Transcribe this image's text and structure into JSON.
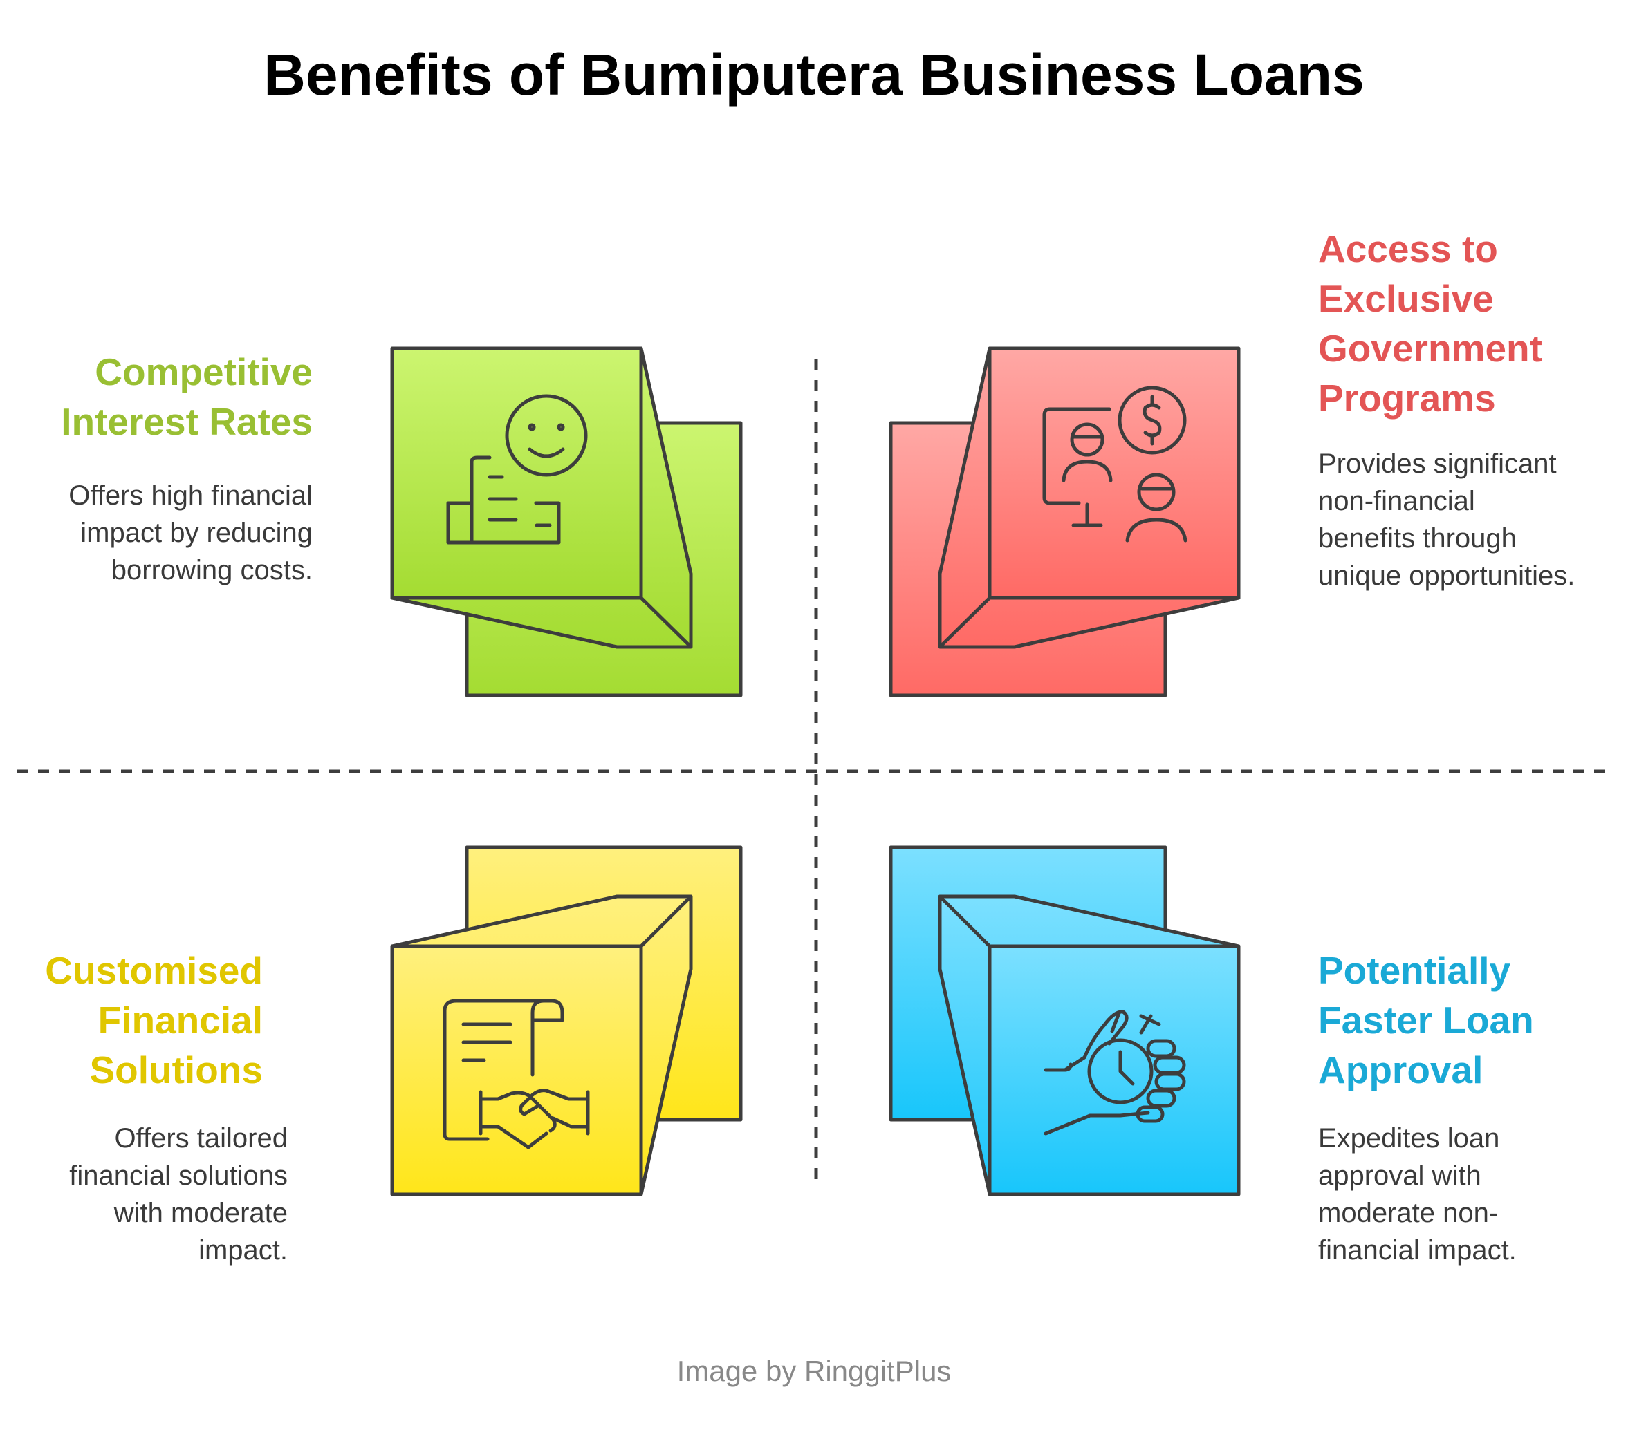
{
  "title": "Benefits of Bumiputera Business Loans",
  "credit": "Image by RinggitPlus",
  "colors": {
    "green": "#99bf33",
    "red": "#e35555",
    "yellow": "#e0c600",
    "blue": "#1aa9d6"
  },
  "quadrants": [
    {
      "id": "top-left",
      "heading": [
        "Competitive",
        "Interest Rates"
      ],
      "description": [
        "Offers high financial",
        "impact by reducing",
        "borrowing costs."
      ],
      "icon": "receipt-smile-icon"
    },
    {
      "id": "top-right",
      "heading": [
        "Access to",
        "Exclusive",
        "Government",
        "Programs"
      ],
      "description": [
        "Provides significant",
        "non-financial",
        "benefits through",
        "unique opportunities."
      ],
      "icon": "online-consultation-dollar-icon"
    },
    {
      "id": "bottom-left",
      "heading": [
        "Customised",
        "Financial",
        "Solutions"
      ],
      "description": [
        "Offers tailored",
        "financial solutions",
        "with moderate",
        "impact."
      ],
      "icon": "document-handshake-icon"
    },
    {
      "id": "bottom-right",
      "heading": [
        "Potentially",
        "Faster Loan",
        "Approval"
      ],
      "description": [
        "Expedites loan",
        "approval with",
        "moderate non-",
        "financial impact."
      ],
      "icon": "hand-stopwatch-icon"
    }
  ]
}
